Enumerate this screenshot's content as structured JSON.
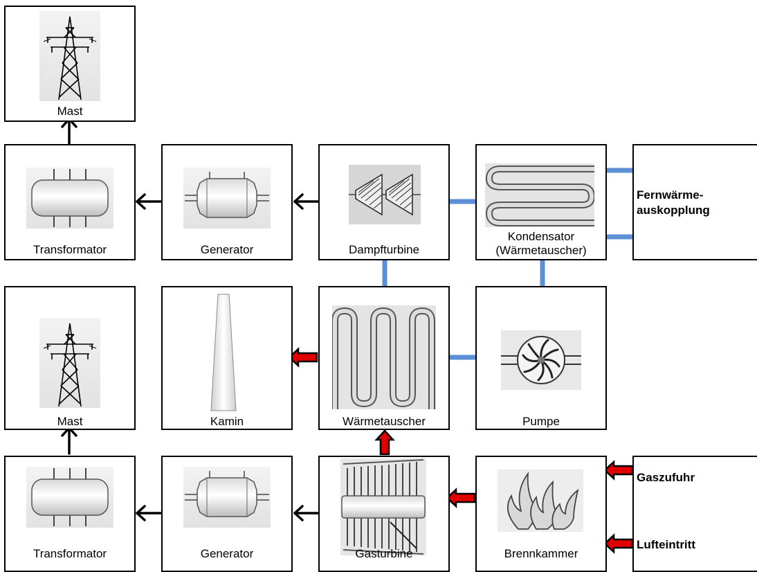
{
  "diagram": {
    "row1": {
      "mast": "Mast"
    },
    "row2": {
      "transformator": "Transformator",
      "generator": "Generator",
      "dampfturbine": "Dampfturbine",
      "kondensator_line1": "Kondensator",
      "kondensator_line2": "(Wärmetauscher)",
      "fernwaerme_line1": "Fernwärme-",
      "fernwaerme_line2": "auskopplung"
    },
    "row3": {
      "mast": "Mast",
      "kamin": "Kamin",
      "waermetauscher": "Wärmetauscher",
      "pumpe": "Pumpe"
    },
    "row4": {
      "transformator": "Transformator",
      "generator": "Generator",
      "gasturbine": "Gasturbine",
      "brennkammer": "Brennkammer",
      "gaszufuhr": "Gaszufuhr",
      "lufteintritt": "Lufteintritt"
    },
    "colors": {
      "water_line": "#5b8fd6",
      "gas_arrow": "#e00000",
      "electric_arrow": "#000000"
    }
  }
}
